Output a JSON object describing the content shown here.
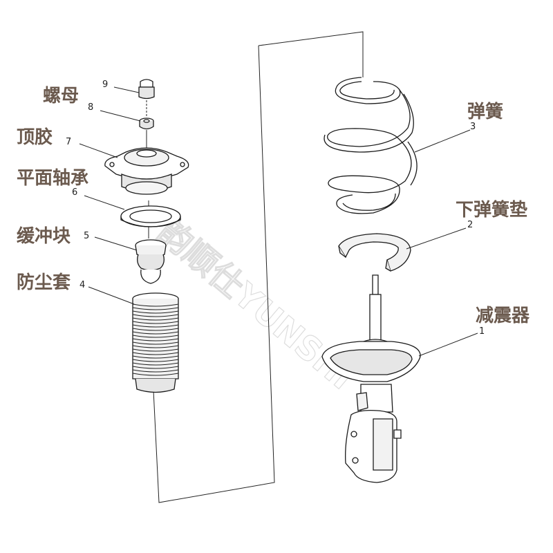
{
  "watermark": "韵顺仕YUNSHI",
  "callouts": [
    {
      "id": "nut",
      "number": "9",
      "label": ""
    },
    {
      "id": "nut-base",
      "number": "8",
      "label": "螺母"
    },
    {
      "id": "top-mount",
      "number": "7",
      "label": "顶胶"
    },
    {
      "id": "plane-bearing",
      "number": "6",
      "label": "平面轴承"
    },
    {
      "id": "bump-stop",
      "number": "5",
      "label": "缓冲块"
    },
    {
      "id": "dust-boot",
      "number": "4",
      "label": "防尘套"
    },
    {
      "id": "spring",
      "number": "3",
      "label": "弹簧"
    },
    {
      "id": "lower-spring-seat",
      "number": "2",
      "label": "下弹簧垫"
    },
    {
      "id": "shock-absorber",
      "number": "1",
      "label": "减震器"
    }
  ],
  "colors": {
    "label": "#6b5a4e",
    "line": "#1a1a1a",
    "part_fill": "#ffffff",
    "part_shade": "#e6e6e6"
  }
}
